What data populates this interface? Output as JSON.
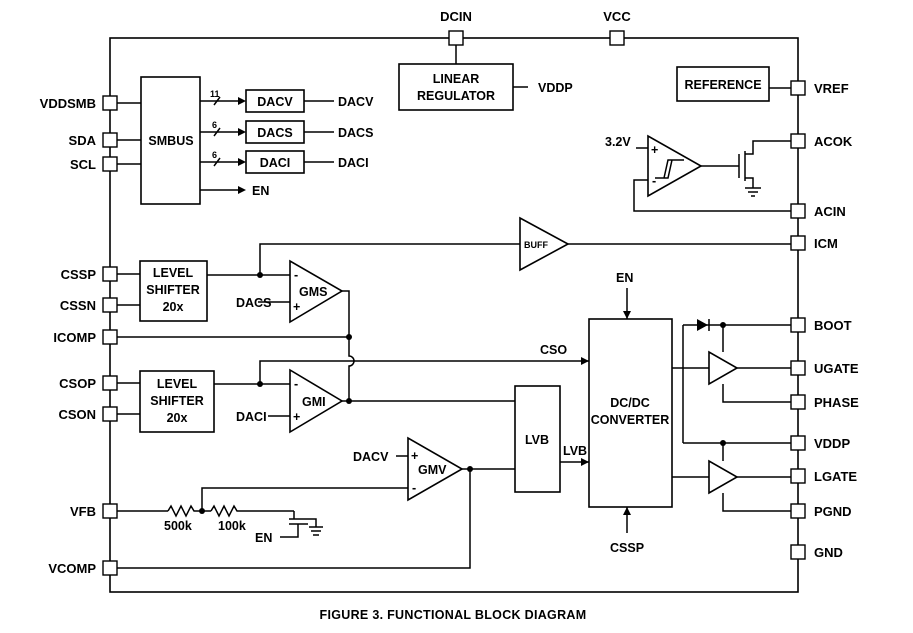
{
  "caption": "FIGURE 3.  FUNCTIONAL BLOCK DIAGRAM",
  "pins": {
    "vddsmb": "VDDSMB",
    "sda": "SDA",
    "scl": "SCL",
    "cssp": "CSSP",
    "cssn": "CSSN",
    "icomp": "ICOMP",
    "csop": "CSOP",
    "cson": "CSON",
    "vfb": "VFB",
    "vcomp": "VCOMP",
    "dcin": "DCIN",
    "vcc": "VCC",
    "vref": "VREF",
    "acok": "ACOK",
    "acin": "ACIN",
    "icm": "ICM",
    "boot": "BOOT",
    "ugate": "UGATE",
    "phase": "PHASE",
    "vddp": "VDDP",
    "lgate": "LGATE",
    "pgnd": "PGND",
    "gnd": "GND"
  },
  "blocks": {
    "smbus": "SMBUS",
    "dacv": "DACV",
    "dacs": "DACS",
    "daci": "DACI",
    "linear_regulator_1": "LINEAR",
    "linear_regulator_2": "REGULATOR",
    "reference": "REFERENCE",
    "level_shifter_1_a": "LEVEL",
    "level_shifter_1_b": "SHIFTER",
    "level_shifter_1_c": "20x",
    "level_shifter_2_a": "LEVEL",
    "level_shifter_2_b": "SHIFTER",
    "level_shifter_2_c": "20x",
    "gms": "GMS",
    "gmi": "GMI",
    "gmv": "GMV",
    "buff": "BUFF",
    "lvb": "LVB",
    "dcdc_1": "DC/DC",
    "dcdc_2": "CONVERTER"
  },
  "signals": {
    "vddp_out": "VDDP",
    "dacv_out": "DACV",
    "dacs_out": "DACS",
    "daci_out": "DACI",
    "en_smbus": "EN",
    "en_top": "EN",
    "en_bottom": "EN",
    "bus_dacv": "11",
    "bus_dacs": "6",
    "bus_daci": "6",
    "v32": "3.2V",
    "dacs_in": "DACS",
    "daci_in": "DACI",
    "dacv_in": "DACV",
    "cso": "CSO",
    "lvb_sig": "LVB",
    "cssp_in": "CSSP",
    "r500k": "500k",
    "r100k": "100k",
    "plus": "+",
    "minus": "-"
  }
}
